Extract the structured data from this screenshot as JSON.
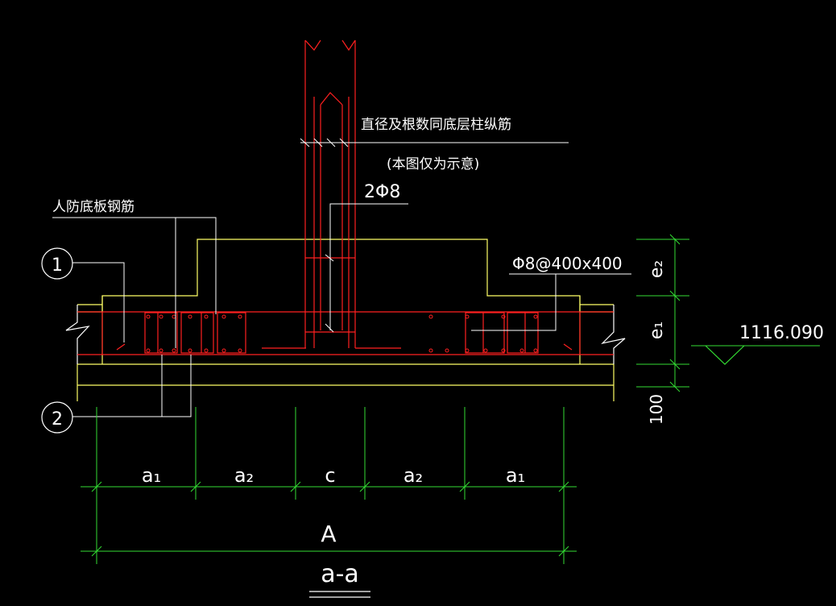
{
  "colors": {
    "background": "#000000",
    "structure": "#ffff66",
    "rebar": "#ff2020",
    "dimension": "#33dd33",
    "leader": "#ffffff",
    "text": "#ffffff"
  },
  "notes": {
    "column_bars": "直径及根数同底层柱纵筋",
    "schematic_only": "(本图仅为示意)",
    "stirrup_bars": "2Φ8",
    "civil_defense_slab": "人防底板钢筋",
    "mesh_bars": "Φ8@400x400"
  },
  "callouts": {
    "one": "1",
    "two": "2"
  },
  "elevation": {
    "value": "1116.090"
  },
  "dims": {
    "e2": "e₂",
    "e1": "e₁",
    "thickness": "100",
    "a1_left": "a₁",
    "a2_left": "a₂",
    "c": "c",
    "a2_right": "a₂",
    "a1_right": "a₁",
    "total": "A"
  },
  "section": {
    "label": "a-a"
  },
  "icons": [
    "break-line-icon",
    "elevation-marker-icon",
    "callout-circle-icon"
  ]
}
